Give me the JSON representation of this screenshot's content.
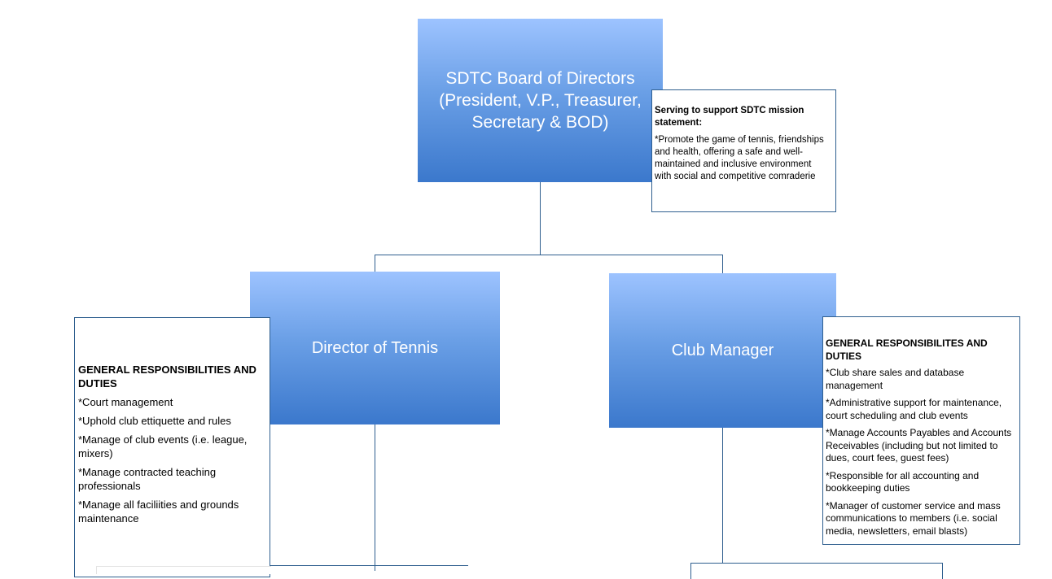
{
  "nodes": {
    "board": "SDTC Board of Directors (President, V.P., Treasurer, Secretary & BOD)",
    "director": "Director of Tennis",
    "manager": "Club Manager"
  },
  "notes": {
    "mission": {
      "title": "Serving to support SDTC mission statement:",
      "body": "*Promote the game of tennis, friendships and health, offering a safe and well-maintained and inclusive environment with social and competitive comraderie"
    },
    "director": {
      "title": "GENERAL RESPONSIBILITIES AND DUTIES",
      "items": [
        "*Court management",
        "*Uphold club ettiquette and rules",
        "*Manage of club events (i.e. league, mixers)",
        "*Manage contracted teaching professionals",
        "*Manage all faciliities and grounds maintenance"
      ]
    },
    "manager": {
      "title": "GENERAL RESPONSIBILITES AND DUTIES",
      "items": [
        "*Club share sales and database management",
        "*Administrative support for maintenance, court scheduling and club events",
        "*Manage Accounts Payables and Accounts Receivables (including but not limited to dues, court fees, guest fees)",
        "*Responsible for all accounting and bookkeeping duties",
        "*Manager of customer service and mass communications to members (i.e. social media, newsletters, email blasts)"
      ]
    }
  },
  "colors": {
    "connector": "#2f5f8f",
    "node_top": "#9dc3ff",
    "node_bottom": "#3b78cc"
  }
}
